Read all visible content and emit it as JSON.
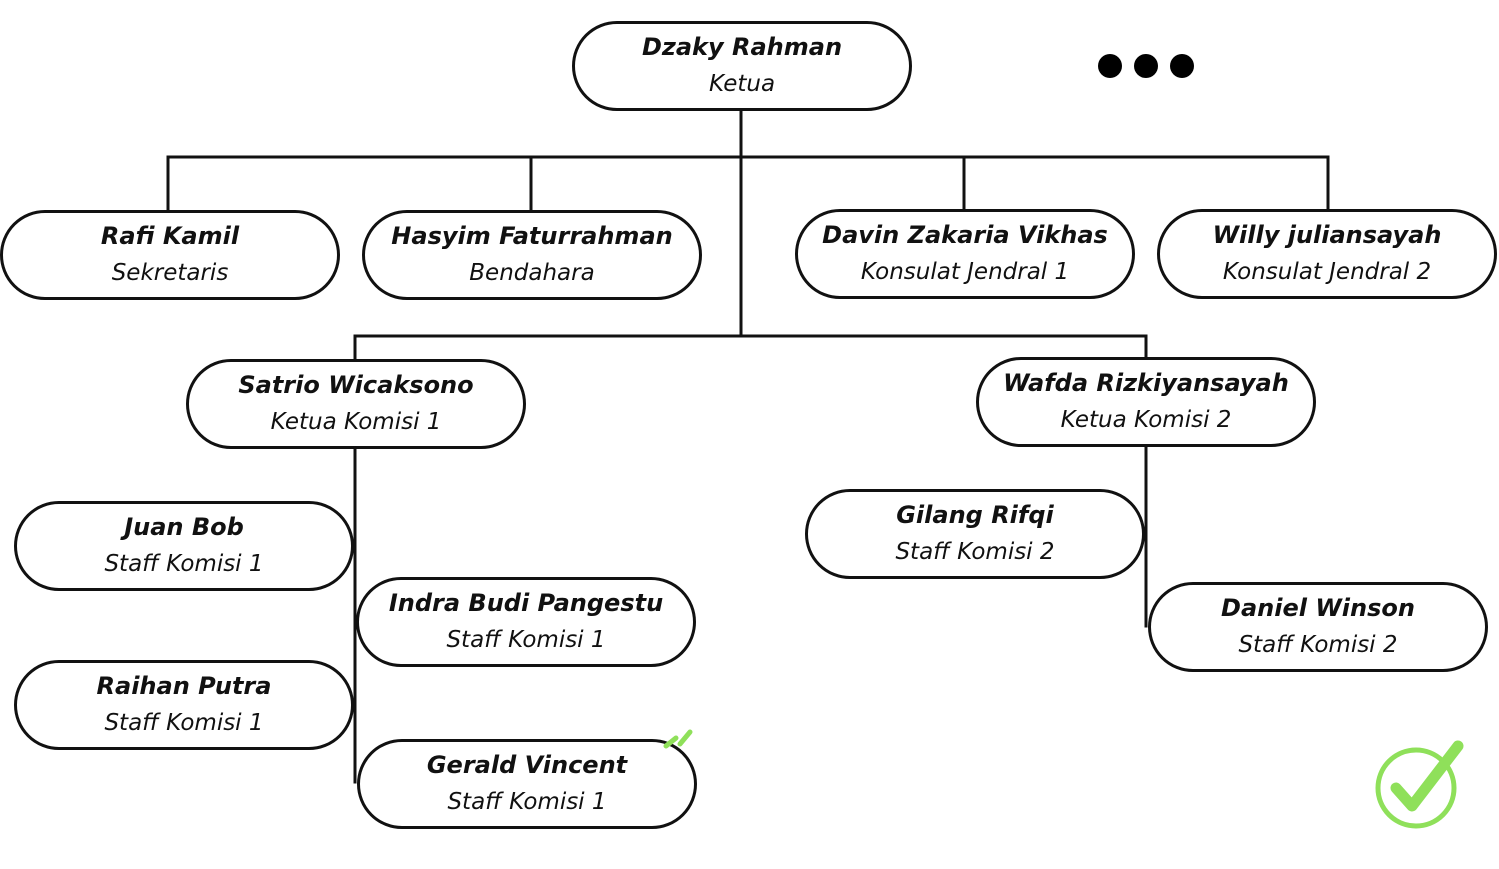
{
  "colors": {
    "line": "#111111",
    "node_border": "#111111",
    "check": "#8fe05a",
    "dots": "#000000"
  },
  "icons": {
    "more": "three-dots-icon",
    "check": "green-checkmark-icon"
  },
  "org": {
    "root": {
      "name": "Dzaky Rahman",
      "role": "Ketua"
    },
    "officers": [
      {
        "name": "Rafi Kamil",
        "role": "Sekretaris"
      },
      {
        "name": "Hasyim Faturrahman",
        "role": "Bendahara"
      },
      {
        "name": "Davin Zakaria Vikhas",
        "role": "Konsulat Jendral 1"
      },
      {
        "name": "Willy juliansayah",
        "role": "Konsulat Jendral 2"
      }
    ],
    "commissions": [
      {
        "head": {
          "name": "Satrio Wicaksono",
          "role": "Ketua Komisi 1"
        },
        "staff": [
          {
            "name": "Juan Bob",
            "role": "Staff Komisi 1"
          },
          {
            "name": "Indra Budi Pangestu",
            "role": "Staff Komisi 1"
          },
          {
            "name": "Raihan Putra",
            "role": "Staff Komisi 1"
          },
          {
            "name": "Gerald Vincent",
            "role": "Staff Komisi 1"
          }
        ]
      },
      {
        "head": {
          "name": "Wafda Rizkiyansayah",
          "role": "Ketua Komisi 2"
        },
        "staff": [
          {
            "name": "Gilang Rifqi",
            "role": "Staff Komisi 2"
          },
          {
            "name": "Daniel Winson",
            "role": "Staff Komisi 2"
          }
        ]
      }
    ]
  }
}
